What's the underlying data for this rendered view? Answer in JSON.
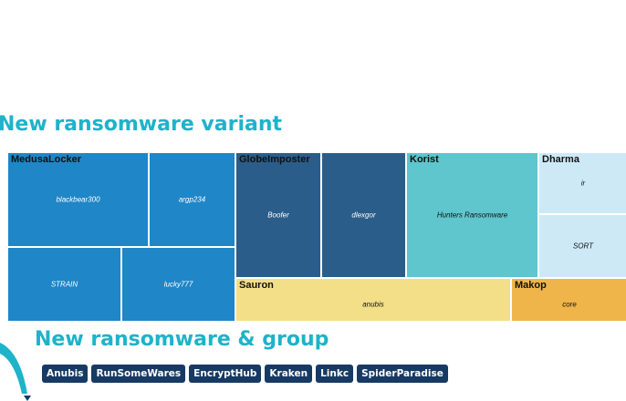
{
  "title1": "New ransomware variant",
  "title2": "New ransomware & group",
  "colors": {
    "heading": "#1eb3c9",
    "tag_bg": "#173a64"
  },
  "chart_data": {
    "type": "treemap",
    "groups": [
      {
        "name": "MedusaLocker",
        "color": "#1f86c7",
        "label_color": "#ffffff",
        "items": [
          {
            "name": "blackbear300",
            "value": 30
          },
          {
            "name": "argp234",
            "value": 18
          },
          {
            "name": "STRAIN",
            "value": 24
          },
          {
            "name": "lucky777",
            "value": 24
          }
        ]
      },
      {
        "name": "GlobeImposter",
        "color": "#2a5d8a",
        "label_color": "#ffffff",
        "items": [
          {
            "name": "Boofer",
            "value": 18
          },
          {
            "name": "dlexgor",
            "value": 18
          }
        ]
      },
      {
        "name": "Korist",
        "color": "#5ec6cc",
        "label_color": "#111111",
        "items": [
          {
            "name": "Hunters Ransomware",
            "value": 26
          }
        ]
      },
      {
        "name": "Dharma",
        "color": "#cde9f6",
        "label_color": "#111111",
        "items": [
          {
            "name": "ir",
            "value": 7
          },
          {
            "name": "SORT",
            "value": 7
          }
        ]
      },
      {
        "name": "Sauron",
        "color": "#f4df89",
        "label_color": "#111111",
        "items": [
          {
            "name": "anubis",
            "value": 35
          }
        ]
      },
      {
        "name": "Makop",
        "color": "#f0b54a",
        "label_color": "#111111",
        "items": [
          {
            "name": "core",
            "value": 13
          }
        ]
      }
    ]
  },
  "tags": [
    "Anubis",
    "RunSomeWares",
    "EncryptHub",
    "Kraken",
    "Linkc",
    "SpiderParadise"
  ]
}
